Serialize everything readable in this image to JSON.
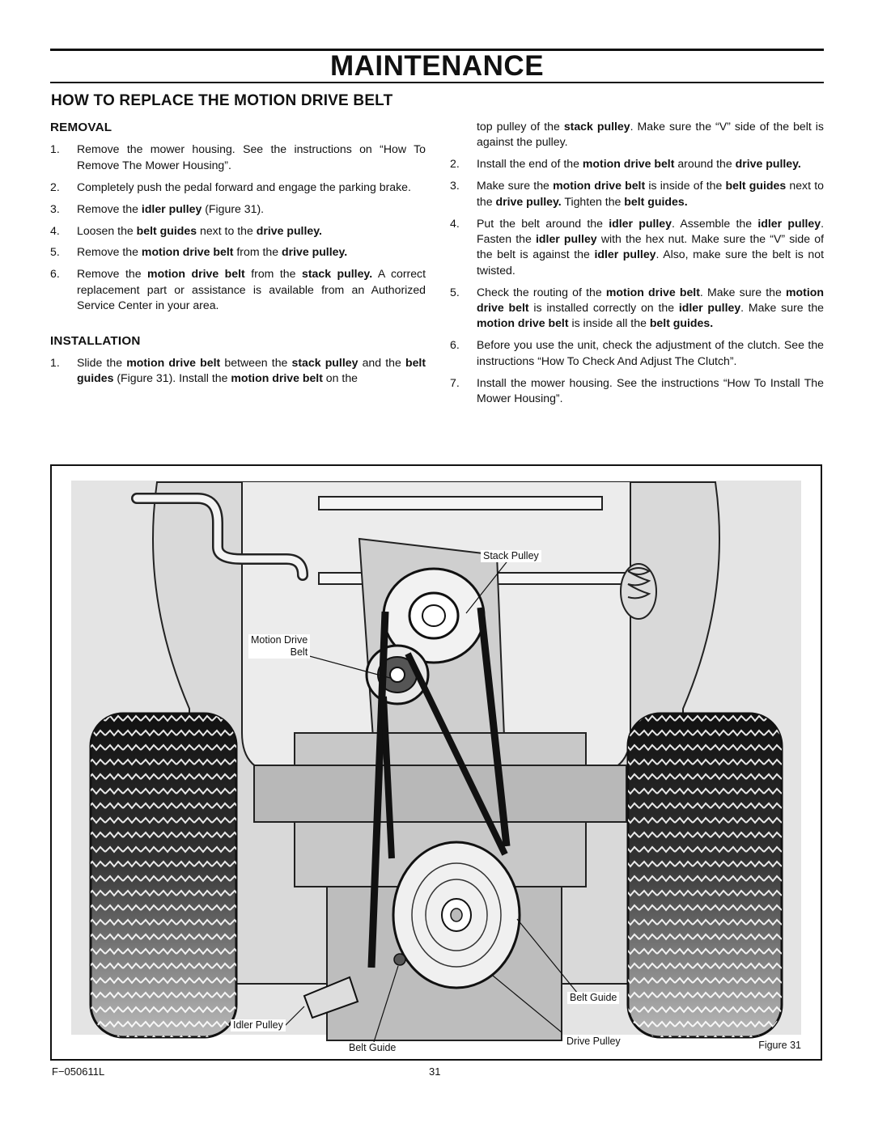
{
  "header": {
    "banner": "MAINTENANCE"
  },
  "section_title": "HOW TO REPLACE THE MOTION DRIVE BELT",
  "removal": {
    "heading": "REMOVAL",
    "steps": [
      {
        "num": "1.",
        "parts": [
          "Remove the mower housing. See the instructions on “How To Remove The Mower Housing”."
        ]
      },
      {
        "num": "2.",
        "parts": [
          "Completely push the pedal forward and engage the parking brake."
        ]
      },
      {
        "num": "3.",
        "parts": [
          "Remove the ",
          "idler pulley",
          " (Figure 31)."
        ]
      },
      {
        "num": "4.",
        "parts": [
          "Loosen the ",
          "belt guides",
          " next to the ",
          "drive pulley."
        ]
      },
      {
        "num": "5.",
        "parts": [
          "Remove the ",
          "motion drive belt",
          " from the ",
          "drive pulley."
        ]
      },
      {
        "num": "6.",
        "parts": [
          "Remove the ",
          "motion drive belt",
          " from the ",
          "stack pulley.",
          " A correct replacement part or assistance is available from an Authorized Service Center in your area."
        ]
      }
    ]
  },
  "installation": {
    "heading": "INSTALLATION",
    "steps": [
      {
        "num": "1.",
        "parts": [
          "Slide the ",
          "motion drive belt",
          " between the ",
          "stack pulley",
          " and the ",
          "belt guides",
          " (Figure 31). Install the ",
          "motion drive belt",
          " on the"
        ]
      }
    ],
    "continuation": [
      "top pulley of the ",
      "stack pulley",
      ". Make sure the “V” side of the belt is against the pulley."
    ],
    "steps_right": [
      {
        "num": "2.",
        "parts": [
          "Install the end of the ",
          "motion drive belt",
          " around the ",
          "drive pulley."
        ]
      },
      {
        "num": "3.",
        "parts": [
          "Make sure the ",
          "motion drive belt",
          " is inside of the ",
          "belt guides",
          " next to the ",
          "drive pulley.",
          " Tighten the ",
          "belt guides."
        ]
      },
      {
        "num": "4.",
        "parts": [
          "Put the belt around the ",
          "idler pulley",
          ". Assemble the ",
          "idler pulley",
          ". Fasten the ",
          "idler pulley",
          " with the hex nut. Make sure the “V” side of the belt is against the ",
          "idler pulley",
          ". Also, make sure the belt is not twisted."
        ]
      },
      {
        "num": "5.",
        "parts": [
          "Check the routing of the ",
          "motion drive belt",
          ". Make sure the ",
          "motion drive belt",
          " is installed correctly on the ",
          "idler pulley",
          ". Make sure the ",
          "motion drive belt",
          " is inside all the ",
          "belt guides."
        ]
      },
      {
        "num": "6.",
        "parts": [
          "Before you use the unit, check the adjustment of the clutch. See the instructions “How To Check And Adjust The Clutch”."
        ]
      },
      {
        "num": "7.",
        "parts": [
          "Install the mower housing. See the instructions “How To Install The Mower Housing”."
        ]
      }
    ]
  },
  "figure": {
    "callouts": {
      "stack_pulley": "Stack Pulley",
      "motion_drive_belt": "Motion Drive\nBelt",
      "belt_guide_right": "Belt Guide",
      "idler_pulley": "Idler Pulley",
      "belt_guide_bottom": "Belt Guide",
      "drive_pulley": "Drive Pulley"
    },
    "caption": "Figure 31"
  },
  "footer": {
    "code": "F−050611L",
    "page_number": "31"
  }
}
